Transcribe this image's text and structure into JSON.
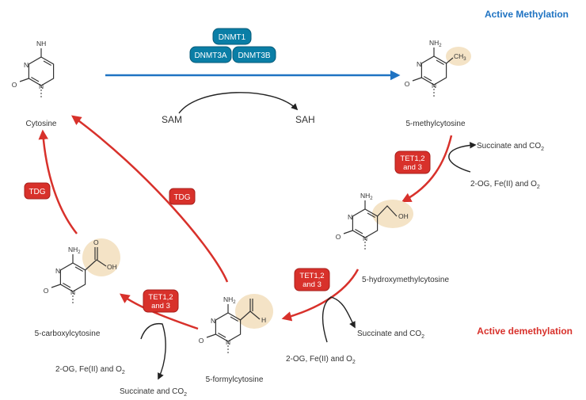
{
  "headings": {
    "methylation": "Active Methylation",
    "demethylation": "Active demethylation"
  },
  "enzymes": {
    "dnmt1": "DNMT1",
    "dnmt3a": "DNMT3A",
    "dnmt3b": "DNMT3B",
    "tet_line1": "TET1,2",
    "tet_line2": "and 3",
    "tdg": "TDG"
  },
  "cofactors": {
    "sam": "SAM",
    "sah": "SAH",
    "cosub_a": "2-OG, Fe(II) and O",
    "cosub_b": "Succinate and CO",
    "sub2": "2"
  },
  "atoms": {
    "n": "N",
    "o": "O",
    "nh2": "NH",
    "ch3": "CH",
    "sub3": "3",
    "oh": "OH",
    "h": "H"
  },
  "molecules": {
    "cytosine": "Cytosine",
    "methylcytosine": "5-methylcytosine",
    "hydroxymethylcytosine": "5-hydroxymethylcytosine",
    "formylcytosine": "5-formylcytosine",
    "carboxylcytosine": "5-carboxylcytosine"
  },
  "colors": {
    "methylation_blue": "#1f73c2",
    "dnmt_fill": "#0a7ea6",
    "demethylation_red": "#d8312b",
    "enzyme_red": "#d8312b",
    "highlight": "#f4e3c6",
    "structure": "#333333",
    "text": "#333333"
  }
}
